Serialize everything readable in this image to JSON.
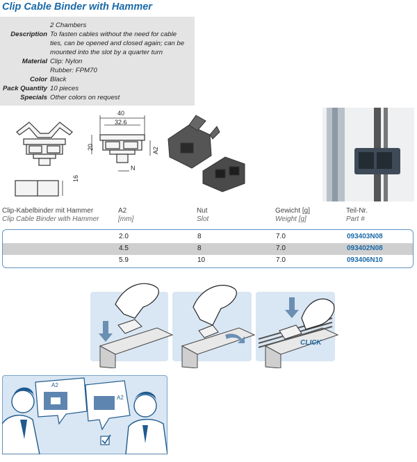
{
  "title": "Clip Cable Binder with Hammer",
  "specs": [
    {
      "key": "",
      "lines": [
        "2 Chambers"
      ]
    },
    {
      "key": "Description",
      "lines": [
        "To fasten cables without the need for cable",
        "ties, can be opened and closed again; can be",
        "mounted into the slot by a quarter turn"
      ]
    },
    {
      "key": "Material",
      "lines": [
        "Clip: Nylon",
        "Rubber: FPM70"
      ]
    },
    {
      "key": "Color",
      "lines": [
        "Black"
      ]
    },
    {
      "key": "Pack Quantity",
      "lines": [
        "10 pieces"
      ]
    },
    {
      "key": "Specials",
      "lines": [
        "Other colors on request"
      ]
    }
  ],
  "drawing": {
    "dim_40": "40",
    "dim_32_6": "32.6",
    "dim_20": "20",
    "dim_a2": "A2",
    "dim_n": "N",
    "dim_16": "16"
  },
  "table": {
    "headers": [
      {
        "de": "Clip-Kabelbinder mit Hammer",
        "en": "Clip Cable Binder with Hammer"
      },
      {
        "de": "A2",
        "en": "[mm]"
      },
      {
        "de": "Nut",
        "en": "Slot"
      },
      {
        "de": "Gewicht [g]",
        "en": "Weight [g]"
      },
      {
        "de": "Teil-Nr.",
        "en": "Part #"
      }
    ],
    "rows": [
      {
        "a2": "2.0",
        "slot": "8",
        "weight": "7.0",
        "part": "093403N08"
      },
      {
        "a2": "4.5",
        "slot": "8",
        "weight": "7.0",
        "part": "093402N08"
      },
      {
        "a2": "5.9",
        "slot": "10",
        "weight": "7.0",
        "part": "093406N10"
      }
    ]
  },
  "install": {
    "click_text": "CLICK"
  },
  "cartoon": {
    "a2_label_1": "A2",
    "a2_label_2": "A2"
  }
}
